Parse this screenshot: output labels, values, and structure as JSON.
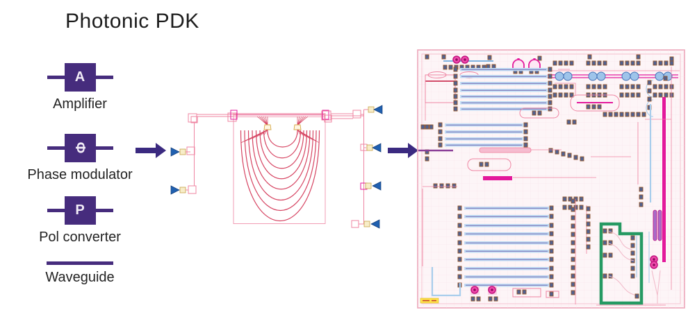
{
  "title": "Photonic PDK",
  "legend": {
    "items": [
      {
        "id": "amplifier",
        "symbol": "A",
        "label": "Amplifier"
      },
      {
        "id": "phase-modulator",
        "symbol": "Φ",
        "label": "Phase modulator"
      },
      {
        "id": "pol-converter",
        "symbol": "P",
        "label": "Pol converter"
      },
      {
        "id": "waveguide",
        "symbol": "",
        "label": "Waveguide"
      }
    ]
  },
  "colors": {
    "component_purple": "#462c7d",
    "arrow_purple": "#3b2a80",
    "schematic_pink": "#ef84a2",
    "schematic_red": "#d64361",
    "coupler_blue": "#2060b0",
    "coupler_yellow": "#f7edc8",
    "chip_background": "#fdf5f7",
    "chip_border_pink": "#eda6ba",
    "waveguide_fill_blue": "#bfdcf4",
    "waveguide_core_purple": "#7468b0",
    "pad_fill": "#51618f",
    "pad_border": "#96572a",
    "magenta": "#e3189b",
    "highlight_green": "#269a63",
    "label_yellow": "#ffe24a",
    "bus_blue": "#7fb3e0"
  }
}
